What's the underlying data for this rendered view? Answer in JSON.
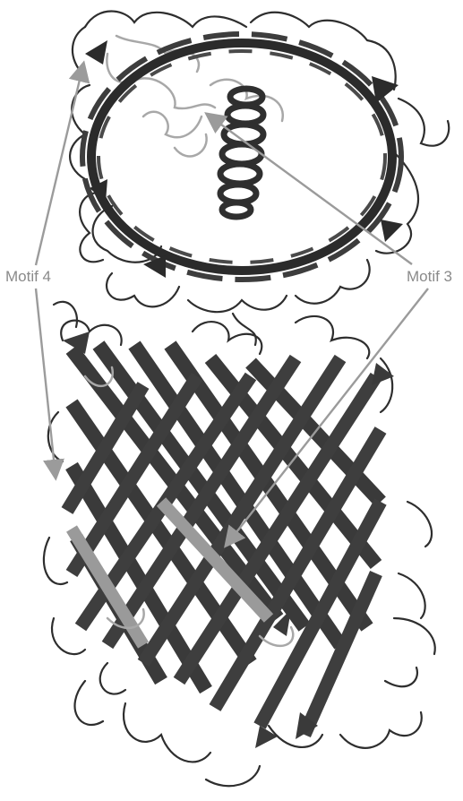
{
  "figure": {
    "description_free": true,
    "colors": {
      "strand_dark": "#3a3a3a",
      "strand_light": "#9a9a9a",
      "loop": "#2e2e2e",
      "loop_light": "#a8a8a8",
      "arrow": "#9b9b9b",
      "label_text": "#8a8a8a"
    }
  },
  "annotations": [
    {
      "id": "motif4",
      "text": "Motif 4"
    },
    {
      "id": "motif3",
      "text": "Motif 3"
    }
  ]
}
